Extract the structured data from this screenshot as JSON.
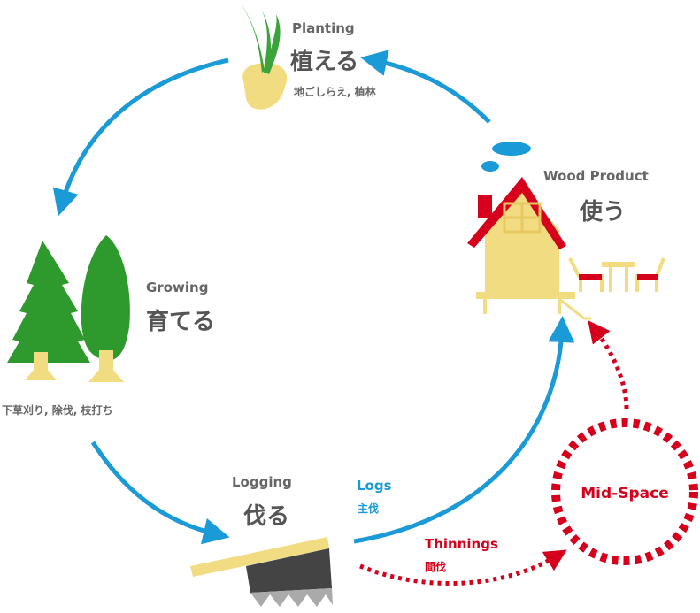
{
  "planting": {
    "en": "Planting",
    "jp": "植える",
    "sub": "地ごしらえ, 植林"
  },
  "growing": {
    "en": "Growing",
    "jp": "育てる",
    "sub": "下草刈り, 除伐, 枝打ち"
  },
  "logging": {
    "en": "Logging",
    "jp": "伐る"
  },
  "wood_product": {
    "en": "Wood Product",
    "jp": "使う"
  },
  "logs": {
    "en": "Logs",
    "jp": "主伐"
  },
  "thinnings": {
    "en": "Thinnings",
    "jp": "間伐"
  },
  "mid_space": {
    "label": "Mid-Space"
  },
  "colors": {
    "cycle_arrow": "#1a9ad6",
    "thinning_arrow": "#d6001c",
    "tree": "#2e9a2e",
    "wood": "#f2dc82",
    "roof": "#d6001c"
  }
}
